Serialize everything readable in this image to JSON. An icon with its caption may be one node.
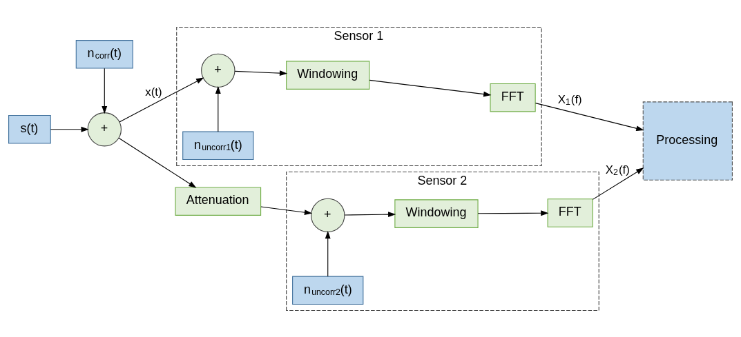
{
  "diagram": {
    "nodes": [
      {
        "text": [
          "Sensor 1"
        ]
      },
      {
        "text": [
          "n$_{uncorr1}$(t)"
        ],
        "in": 0
      },
      {
        "text": [
          "+"
        ],
        "in": 0
      },
      {
        "text": [
          "Windowing"
        ],
        "in": 0
      },
      {
        "text": [
          "FFT"
        ],
        "in": 0
      },
      {
        "text": [
          "n$_{corr}$(t)"
        ]
      },
      {
        "text": [
          "s(t)"
        ]
      },
      {
        "text": [
          "+"
        ]
      },
      {
        "text": [
          "Processing"
        ]
      },
      {
        "text": [
          "Sensor 2"
        ]
      },
      {
        "text": [
          "n$_{uncorr2}$(t)"
        ],
        "in": 9
      },
      {
        "text": [
          "+"
        ],
        "in": 9
      },
      {
        "text": [
          "Windowing"
        ],
        "in": 9
      },
      {
        "text": [
          "FFT"
        ],
        "in": 9
      },
      {
        "text": [
          "Attenuation"
        ]
      }
    ],
    "edges": [
      {
        "from": 1,
        "to": 2,
        "arrow": "to"
      },
      {
        "from": 2,
        "to": 3,
        "arrow": "to"
      },
      {
        "from": 3,
        "to": 4,
        "arrow": "to"
      },
      {
        "from": 4,
        "to": 8,
        "arrow": "to",
        "label": "X$_{1}$(f)"
      },
      {
        "from": 5,
        "to": 7,
        "arrow": "to"
      },
      {
        "from": 6,
        "to": 7,
        "arrow": "to"
      },
      {
        "from": 7,
        "to": 2,
        "arrow": "to",
        "label": "x(t)"
      },
      {
        "from": 7,
        "to": 14,
        "arrow": "to"
      },
      {
        "from": 10,
        "to": 11,
        "arrow": "to"
      },
      {
        "from": 14,
        "to": 11,
        "arrow": "to"
      },
      {
        "from": 11,
        "to": 12,
        "arrow": "to"
      },
      {
        "from": 12,
        "to": 13,
        "arrow": "to"
      },
      {
        "from": 13,
        "to": 8,
        "arrow": "to",
        "label": "X$_{2}$(f)"
      }
    ]
  }
}
